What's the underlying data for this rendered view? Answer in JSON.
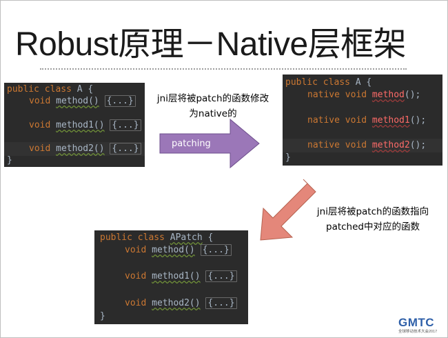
{
  "title": "Robust原理－Native层框架",
  "code_original": {
    "line1": [
      "public class",
      "A",
      "{"
    ],
    "line2": [
      "void",
      "method()",
      "{...}"
    ],
    "line3": [
      "void",
      "method1()",
      "{...}"
    ],
    "line4": [
      "void",
      "method2()",
      "{...}"
    ],
    "line5": "}"
  },
  "code_native": {
    "line1": [
      "public class",
      "A",
      "{"
    ],
    "line2": [
      "native void",
      "method",
      "();"
    ],
    "line3": [
      "native void",
      "method1",
      "();"
    ],
    "line4": [
      "native void",
      "method2",
      "();"
    ],
    "line5": "}"
  },
  "code_apatch": {
    "line1": [
      "public class",
      "APatch",
      "{"
    ],
    "line2": [
      "void",
      "method()",
      "{...}"
    ],
    "line3": [
      "void",
      "method1()",
      "{...}"
    ],
    "line4": [
      "void",
      "method2()",
      "{...}"
    ],
    "line5": "}"
  },
  "note_top": [
    "jni层将被patch的函数修改",
    "为native的"
  ],
  "arrow_label": "patching",
  "note_right": [
    "jni层将被patch的函数指向",
    "patched中对应的函数"
  ],
  "logo": {
    "main": "GMTC",
    "sub": "全球移动技术大会2017"
  },
  "colors": {
    "right_arrow": "#9b77b8",
    "down_arrow": "#e4877a",
    "code_bg": "#2b2b2b",
    "keyword": "#cc7832"
  }
}
